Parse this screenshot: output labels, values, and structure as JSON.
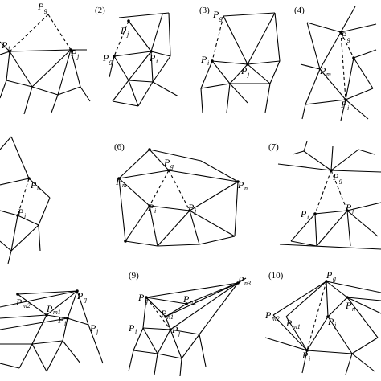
{
  "panel_numbers": [
    "(2)",
    "(3)",
    "(4)",
    "(6)",
    "(7)",
    "(9)",
    "(10)"
  ],
  "points": {
    "pg": "P",
    "pi": "P",
    "pj": "P",
    "pm": "P",
    "pn": "P",
    "pn1": "P",
    "pm1": "P",
    "pn2": "P",
    "pm2": "P",
    "sub_g": "g",
    "sub_i": "i",
    "sub_j": "j",
    "sub_m": "m",
    "sub_n": "n",
    "sub_n1": "n1",
    "sub_m1": "m1",
    "sub_n2": "n2",
    "sub_m2": "m2",
    "sub_n3": "n3"
  }
}
